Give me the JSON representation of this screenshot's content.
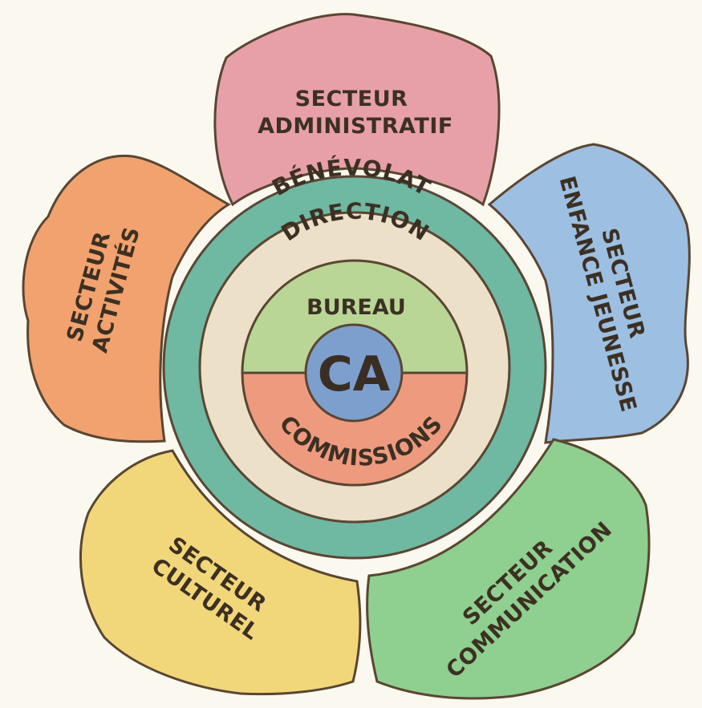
{
  "colors": {
    "background": "#fbf8ef",
    "outline": "#5a4633",
    "administratif": "#e7a0a8",
    "enfance_jeunesse": "#9dbfe2",
    "communication": "#8fcf8f",
    "culturel": "#f2d77a",
    "activites": "#f1a26e",
    "benevolat": "#6fb8a2",
    "direction": "#ece0c8",
    "bureau": "#b9d696",
    "commissions": "#ee9a7f",
    "ca": "#7d9fce"
  },
  "petals": [
    {
      "id": "administratif",
      "line1": "SECTEUR",
      "line2": "ADMINISTRATIF"
    },
    {
      "id": "enfance_jeunesse",
      "line1": "SECTEUR",
      "line2": "ENFANCE JEUNESSE"
    },
    {
      "id": "communication",
      "line1": "SECTEUR",
      "line2": "COMMUNICATION"
    },
    {
      "id": "culturel",
      "line1": "SECTEUR",
      "line2": "CULTUREL"
    },
    {
      "id": "activites",
      "line1": "SECTEUR",
      "line2": "ACTIVITÉS"
    }
  ],
  "rings": {
    "benevolat": "BÉNÉVOLAT",
    "direction": "DIRECTION",
    "bureau": "BUREAU",
    "commissions": "COMMISSIONS",
    "ca": "CA"
  }
}
